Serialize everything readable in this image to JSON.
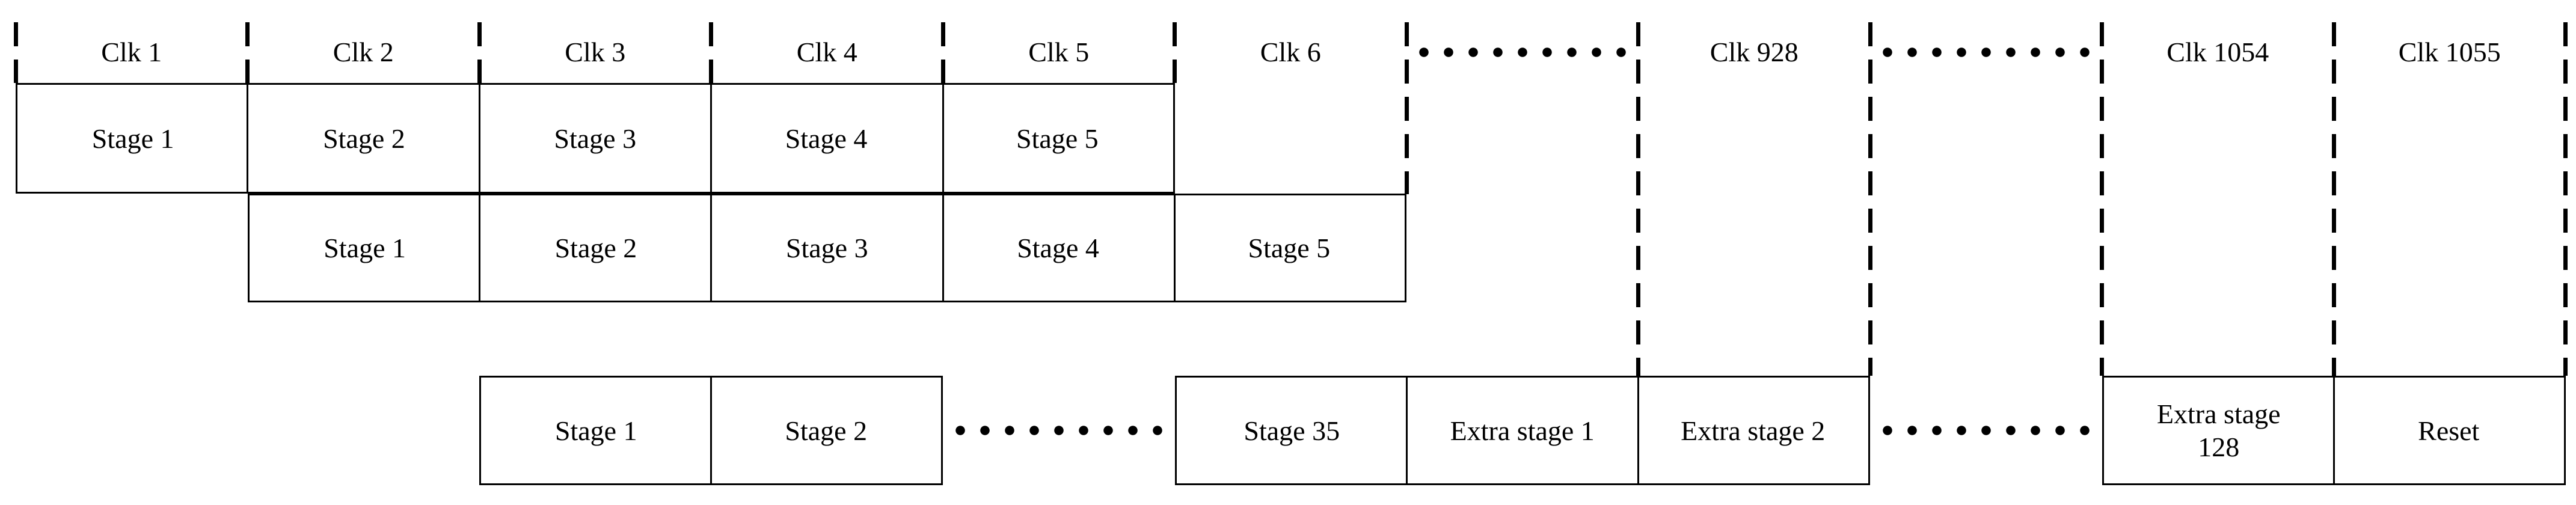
{
  "diagram": {
    "clock_labels": [
      "Clk 1",
      "Clk 2",
      "Clk 3",
      "Clk 4",
      "Clk 5",
      "Clk 6",
      "Clk 928",
      "Clk 1054",
      "Clk 1055"
    ],
    "row1_stages": [
      "Stage 1",
      "Stage 2",
      "Stage 3",
      "Stage 4",
      "Stage 5"
    ],
    "row2_stages": [
      "Stage 1",
      "Stage 2",
      "Stage 3",
      "Stage 4",
      "Stage 5"
    ],
    "row3_segment1_stages": [
      "Stage 1",
      "Stage 2"
    ],
    "row3_segment2_stages": [
      "Stage 35",
      "Extra stage 1",
      "Extra stage 2"
    ],
    "row3_segment3_stages": [
      "Extra stage 128",
      "Reset"
    ],
    "colors": {
      "line": "#000000",
      "background": "#ffffff"
    }
  }
}
